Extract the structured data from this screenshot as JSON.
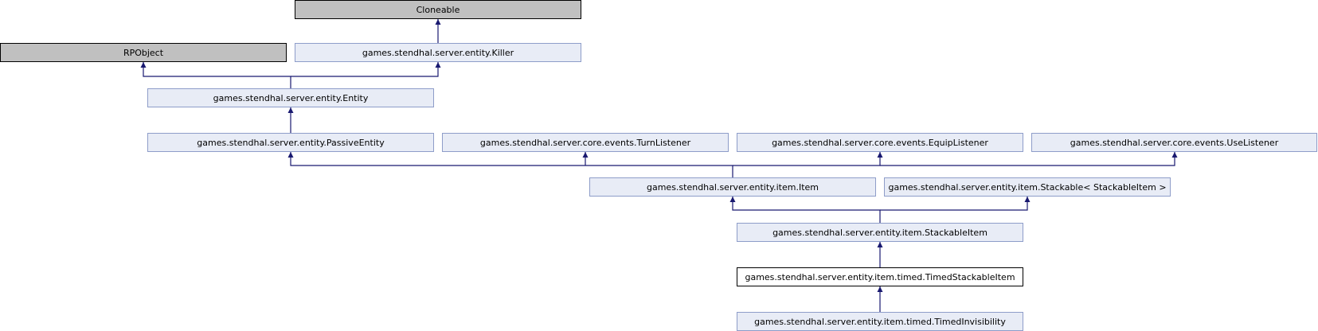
{
  "diagram": {
    "nodes": {
      "cloneable": {
        "label": "Cloneable",
        "kind": "external"
      },
      "rpobject": {
        "label": "RPObject",
        "kind": "external"
      },
      "killer": {
        "label": "games.stendhal.server.entity.Killer",
        "kind": "class"
      },
      "entity": {
        "label": "games.stendhal.server.entity.Entity",
        "kind": "class"
      },
      "passive_entity": {
        "label": "games.stendhal.server.entity.PassiveEntity",
        "kind": "class"
      },
      "turn_listener": {
        "label": "games.stendhal.server.core.events.TurnListener",
        "kind": "class"
      },
      "equip_listener": {
        "label": "games.stendhal.server.core.events.EquipListener",
        "kind": "class"
      },
      "use_listener": {
        "label": "games.stendhal.server.core.events.UseListener",
        "kind": "class"
      },
      "item": {
        "label": "games.stendhal.server.entity.item.Item",
        "kind": "class"
      },
      "stackable": {
        "label": "games.stendhal.server.entity.item.Stackable< StackableItem >",
        "kind": "class"
      },
      "stackable_item": {
        "label": "games.stendhal.server.entity.item.StackableItem",
        "kind": "class"
      },
      "timed_stackable_item": {
        "label": "games.stendhal.server.entity.item.timed.TimedStackableItem",
        "kind": "current"
      },
      "timed_invisibility": {
        "label": "games.stendhal.server.entity.item.timed.TimedInvisibility",
        "kind": "class"
      }
    },
    "edges": [
      {
        "from": "killer",
        "to": "cloneable"
      },
      {
        "from": "entity",
        "to": "rpobject"
      },
      {
        "from": "entity",
        "to": "killer"
      },
      {
        "from": "passive_entity",
        "to": "entity"
      },
      {
        "from": "item",
        "to": "passive_entity"
      },
      {
        "from": "item",
        "to": "turn_listener"
      },
      {
        "from": "item",
        "to": "equip_listener"
      },
      {
        "from": "item",
        "to": "use_listener"
      },
      {
        "from": "stackable_item",
        "to": "item"
      },
      {
        "from": "stackable_item",
        "to": "stackable"
      },
      {
        "from": "timed_stackable_item",
        "to": "stackable_item"
      },
      {
        "from": "timed_invisibility",
        "to": "timed_stackable_item"
      }
    ],
    "colors": {
      "edge": "#191970",
      "class_fill": "#e8ecf6",
      "class_border": "#8e9dc9",
      "external_fill": "#c0c0c0",
      "current_fill": "#ffffff"
    }
  }
}
